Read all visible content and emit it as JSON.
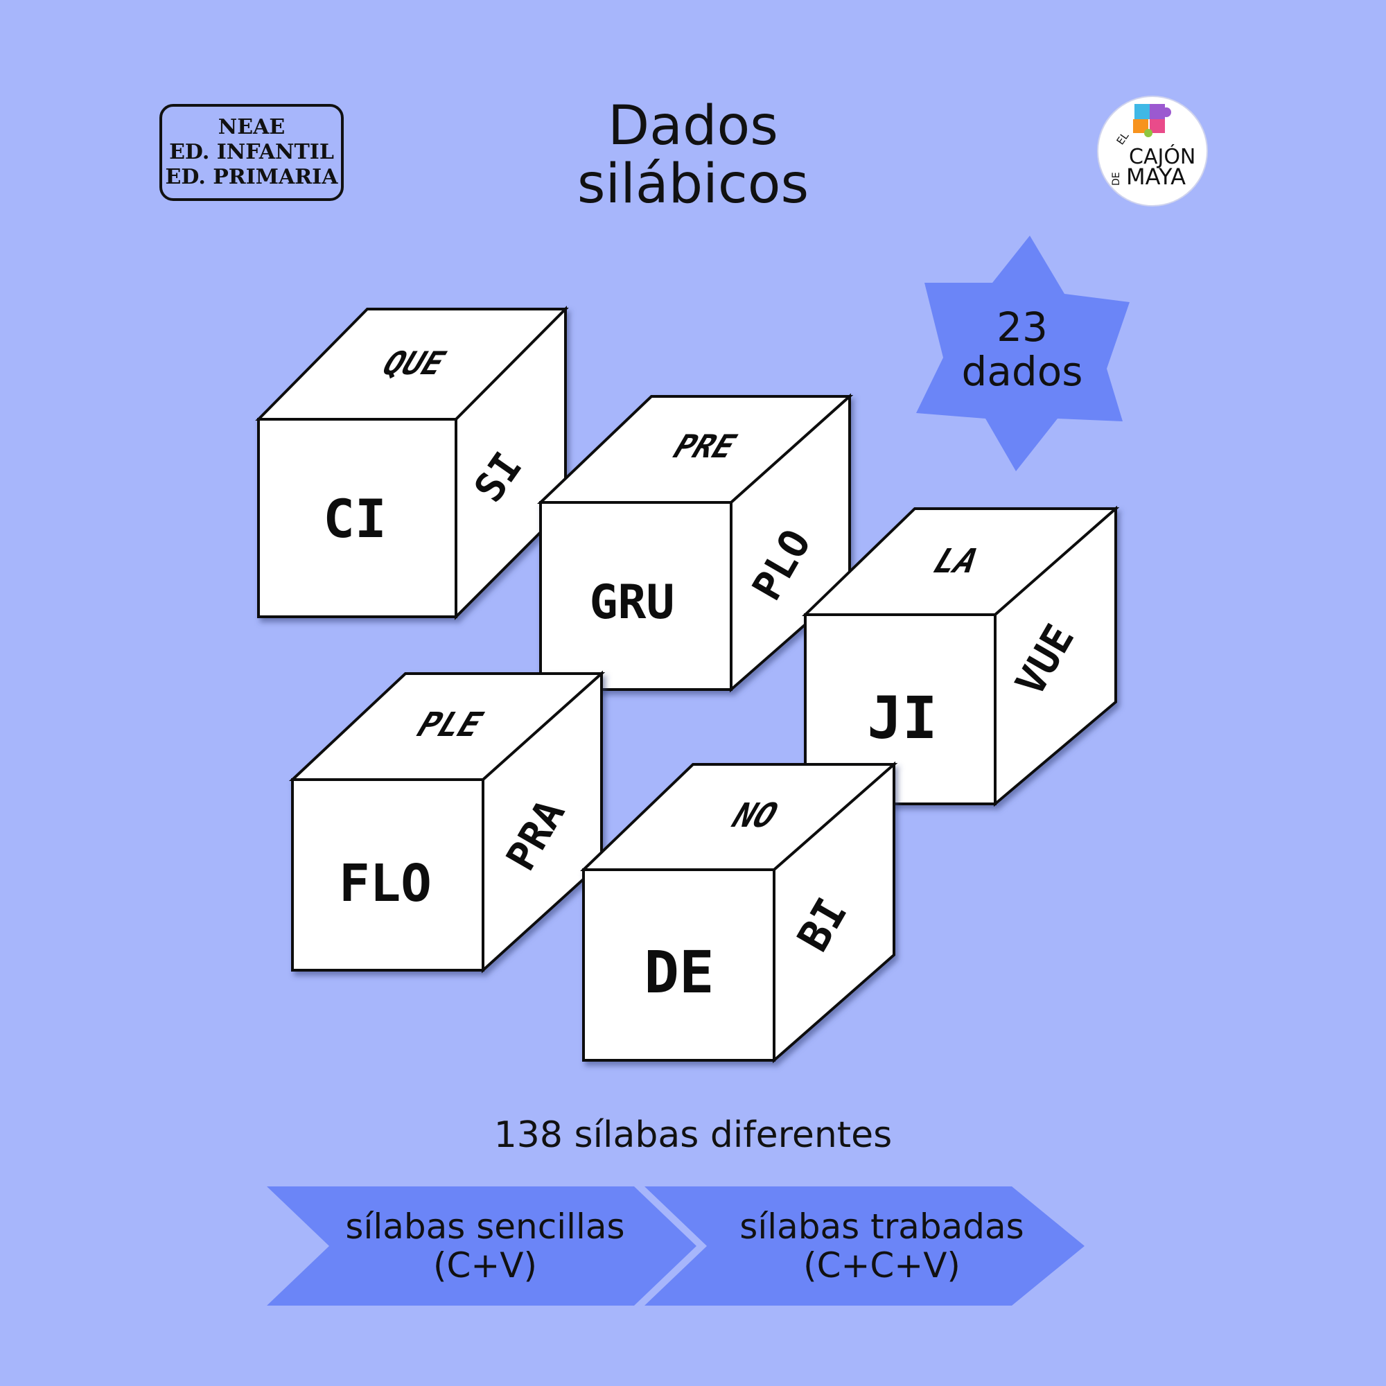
{
  "tags": [
    "NEAE",
    "ED. INFANTIL",
    "ED. PRIMARIA"
  ],
  "title": {
    "line1": "Dados",
    "line2": "silábicos"
  },
  "logo": {
    "text_top": "EL",
    "text_mid": "CAJÓN",
    "text_de": "DE",
    "text_bottom": "MAYA",
    "colors": [
      "#e94b8a",
      "#3fb8e6",
      "#8ec63f",
      "#f7931e",
      "#9b59d0"
    ]
  },
  "badge": {
    "line1": "23",
    "line2": "dados",
    "color": "#6b85f7"
  },
  "dice": [
    {
      "front": "CI",
      "top": "QUE",
      "side": "SI"
    },
    {
      "front": "GRU",
      "top": "PRE",
      "side": "PLO"
    },
    {
      "front": "JI",
      "top": "LA",
      "side": "VUE"
    },
    {
      "front": "FLO",
      "top": "PLE",
      "side": "PRA"
    },
    {
      "front": "DE",
      "top": "NO",
      "side": "BI"
    }
  ],
  "syllable_count": "138 sílabas diferentes",
  "categories": [
    {
      "line1": "sílabas sencillas",
      "line2": "(C+V)"
    },
    {
      "line1": "sílabas trabadas",
      "line2": "(C+C+V)"
    }
  ],
  "colors": {
    "background": "#a7b6fb",
    "accent": "#6b85f7"
  }
}
